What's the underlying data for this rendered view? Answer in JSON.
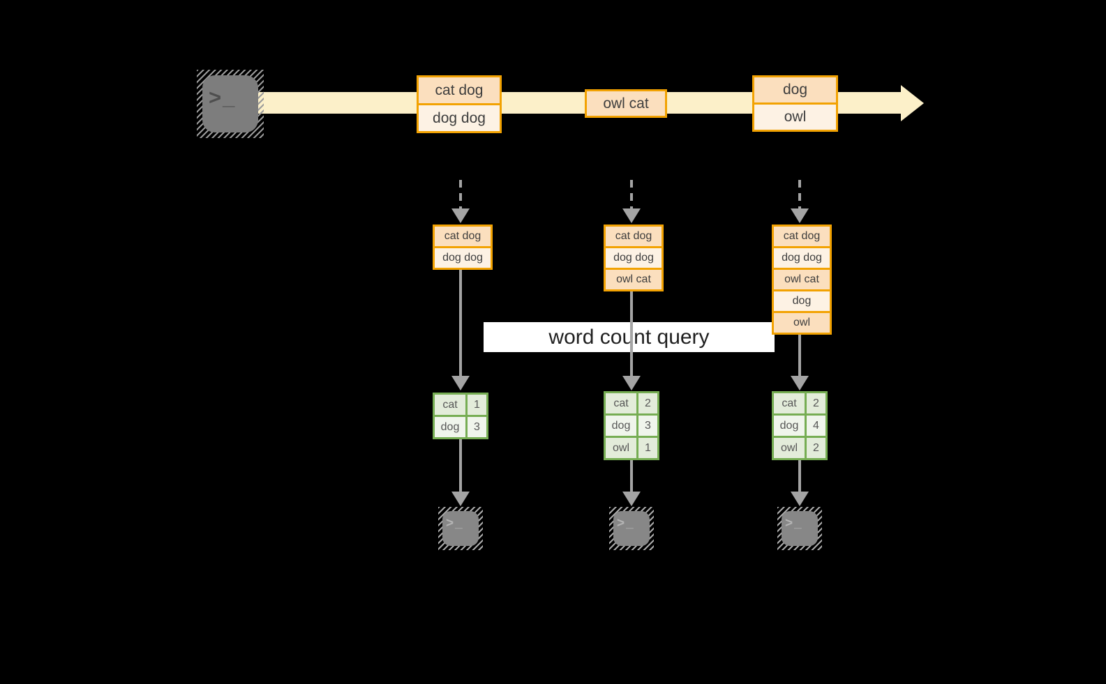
{
  "diagram": {
    "query_band_label": "word count query",
    "icons": {
      "terminal_glyph": ">_"
    },
    "colors": {
      "background": "#000000",
      "timeline_band": "#FCF0C9",
      "orange_border": "#F2A202",
      "peach_fill": "#FBDFBE",
      "cream_fill": "#FDF2E4",
      "green_border": "#76AD53",
      "green_fill_dark": "#E3ECDA",
      "green_fill_light": "#F0F5EC",
      "arrow_gray": "#A4A4A4",
      "terminal_gray": "#7D7D7D",
      "query_band_bg": "#FFFFFF"
    },
    "timeline_messages": [
      {
        "cells": [
          "cat dog",
          "dog dog"
        ]
      },
      {
        "cells": [
          "owl cat"
        ]
      },
      {
        "cells": [
          "dog",
          "owl"
        ]
      }
    ],
    "columns": [
      {
        "buffer": [
          "cat dog",
          "dog dog"
        ],
        "counts": [
          {
            "word": "cat",
            "count": "1"
          },
          {
            "word": "dog",
            "count": "3"
          }
        ]
      },
      {
        "buffer": [
          "cat dog",
          "dog dog",
          "owl cat"
        ],
        "counts": [
          {
            "word": "cat",
            "count": "2"
          },
          {
            "word": "dog",
            "count": "3"
          },
          {
            "word": "owl",
            "count": "1"
          }
        ]
      },
      {
        "buffer": [
          "cat dog",
          "dog dog",
          "owl cat",
          "dog",
          "owl"
        ],
        "counts": [
          {
            "word": "cat",
            "count": "2"
          },
          {
            "word": "dog",
            "count": "4"
          },
          {
            "word": "owl",
            "count": "2"
          }
        ]
      }
    ]
  }
}
